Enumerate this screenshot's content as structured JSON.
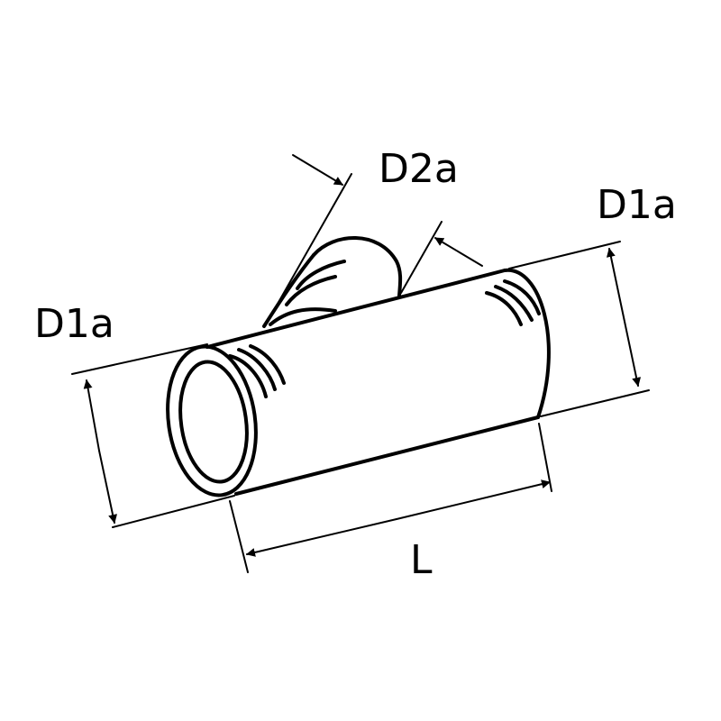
{
  "labels": {
    "d2a": "D2a",
    "d1a_right": "D1a",
    "d1a_left": "D1a",
    "length": "L"
  },
  "colors": {
    "stroke": "#000000",
    "background": "#ffffff"
  }
}
